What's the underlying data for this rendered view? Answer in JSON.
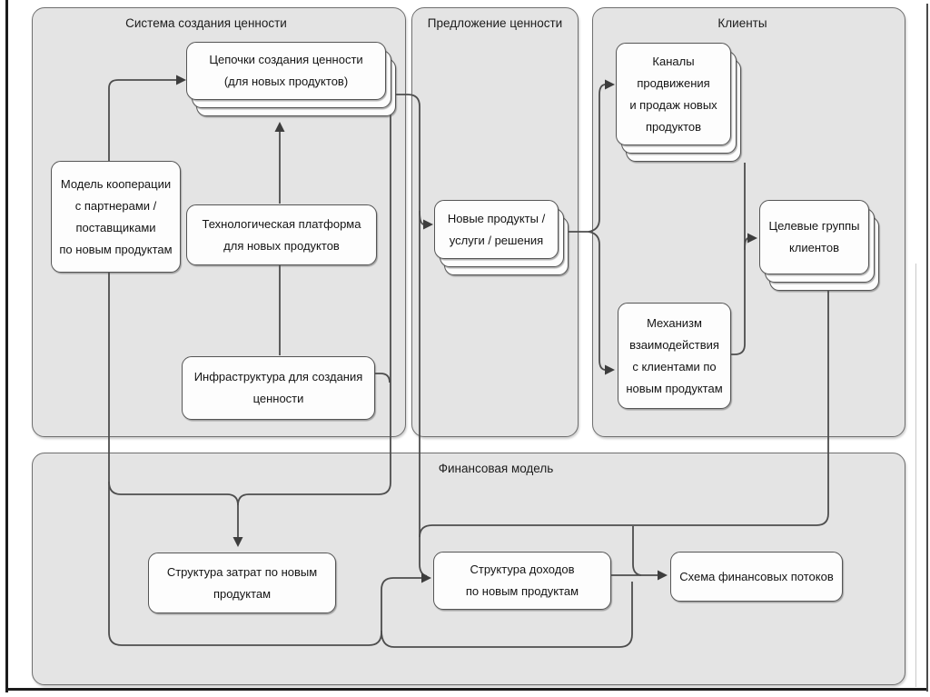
{
  "containers": {
    "value_creation": {
      "title": "Система создания ценности"
    },
    "value_proposition": {
      "title": "Предложение ценности"
    },
    "clients": {
      "title": "Клиенты"
    },
    "financial_model": {
      "title": "Финансовая модель"
    }
  },
  "nodes": {
    "value_chains": {
      "text": "Цепочки создания ценности\n(для новых продуктов)"
    },
    "cooperation_model": {
      "text": "Модель кооперации\nс партнерами /\nпоставщиками\nпо новым продуктам"
    },
    "tech_platform": {
      "text": "Технологическая платформа\nдля новых продуктов"
    },
    "infrastructure": {
      "text": "Инфраструктура для создания\nценности"
    },
    "new_products": {
      "text": "Новые продукты /\nуслуги / решения"
    },
    "promo_channels": {
      "text": "Каналы\nпродвижения\nи продаж новых\nпродуктов"
    },
    "interaction_mechanism": {
      "text": "Механизм\nвзаимодействия\nс клиентами по\nновым продуктам"
    },
    "target_groups": {
      "text": "Целевые группы\nклиентов"
    },
    "cost_structure": {
      "text": "Структура затрат по новым\nпродуктам"
    },
    "revenue_structure": {
      "text": "Структура доходов\nпо новым продуктам"
    },
    "financial_flows": {
      "text": "Схема финансовых потоков"
    }
  },
  "colors": {
    "container_fill": "#e4e4e4",
    "container_border": "#6f6f6f",
    "node_fill": "#fdfdfd",
    "node_border": "#555555",
    "connector": "#4d4d4d",
    "arrowhead": "#3d3d3d",
    "frame": "#1c1c1c"
  }
}
